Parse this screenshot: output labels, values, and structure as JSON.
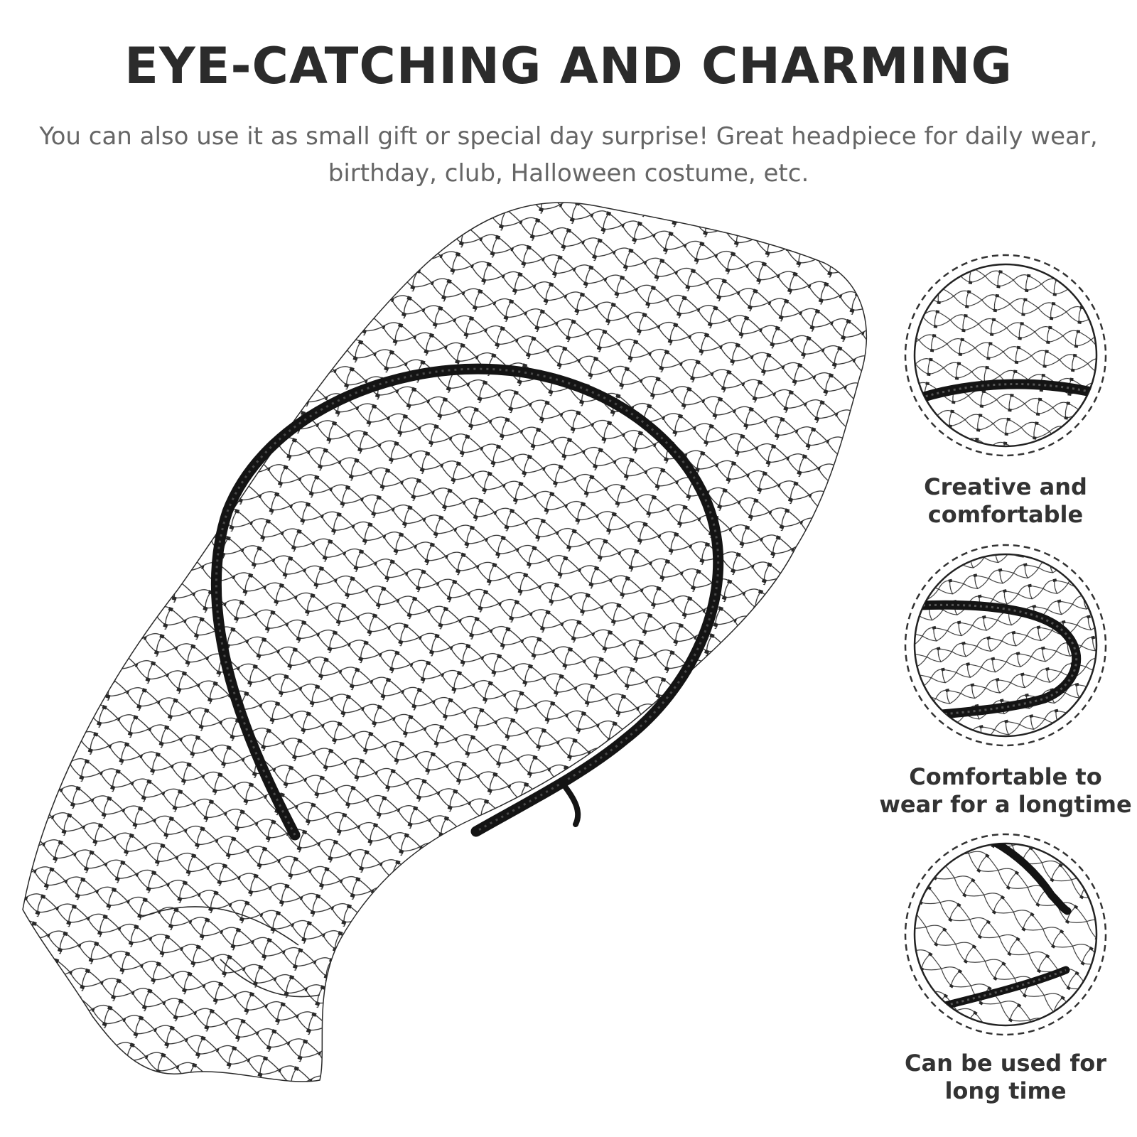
{
  "header": {
    "title": "EYE-CATCHING AND CHARMING",
    "subtitle": "You can also use it as small gift or special day surprise! Great headpiece for daily wear, birthday, club, Halloween costume, etc."
  },
  "features": [
    {
      "caption": "Creative and comfortable"
    },
    {
      "caption": "Comfortable to wear for a longtime"
    },
    {
      "caption": "Can be used for long time"
    }
  ],
  "colors": {
    "headline": "#2b2b2b",
    "subtitle": "#666666",
    "caption": "#333333",
    "netting": "#2a2a2a",
    "band": "#141414"
  }
}
